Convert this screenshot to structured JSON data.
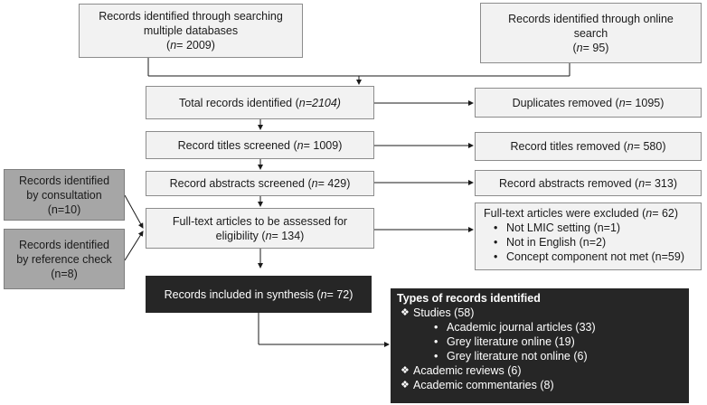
{
  "boxes": {
    "db": {
      "line1": "Records identified through searching",
      "line2": "multiple databases",
      "n_prefix": "(",
      "n_label": "n",
      "n_value": "= 2009)"
    },
    "online": {
      "line1": "Records identified through online",
      "line2": "search",
      "n_prefix": "(",
      "n_label": "n",
      "n_value": "= 95)"
    },
    "total": {
      "text": "Total records identified (",
      "n_label": "n",
      "n_value": "=2104)"
    },
    "duplicates": {
      "text": "Duplicates removed (",
      "n_label": "n",
      "n_value": "= 1095)"
    },
    "titles": {
      "text": "Record titles screened (",
      "n_label": "n",
      "n_value": "= 1009)"
    },
    "titles_removed": {
      "text": "Record titles removed (",
      "n_label": "n",
      "n_value": "= 580)"
    },
    "abstracts": {
      "text": "Record abstracts screened (",
      "n_label": "n",
      "n_value": "= 429)"
    },
    "abstracts_removed": {
      "text": "Record abstracts removed (",
      "n_label": "n",
      "n_value": "= 313)"
    },
    "consultation": {
      "line1": "Records identified",
      "line2": "by consultation",
      "line3": "(n=10)"
    },
    "reference": {
      "line1": "Records identified",
      "line2": "by reference check",
      "line3": "(n=8)"
    },
    "fulltext": {
      "line1": "Full-text articles to be assessed for",
      "line2": "eligibility (",
      "n_label": "n",
      "n_value": "= 134)"
    },
    "excluded": {
      "title": "Full-text articles were excluded (",
      "n_label": "n",
      "n_value": "= 62)",
      "items": [
        "Not LMIC setting (n=1)",
        "Not in English (n=2)",
        "Concept component not met (n=59)"
      ]
    },
    "included": {
      "text": "Records included in synthesis (",
      "n_label": "n",
      "n_value": "= 72)"
    },
    "types": {
      "title": "Types of records identified",
      "studies": "Studies (58)",
      "study_items": [
        "Academic journal articles (33)",
        "Grey literature online (19)",
        "Grey literature not online (6)"
      ],
      "reviews": "Academic reviews (6)",
      "commentaries": "Academic commentaries (8)"
    }
  }
}
